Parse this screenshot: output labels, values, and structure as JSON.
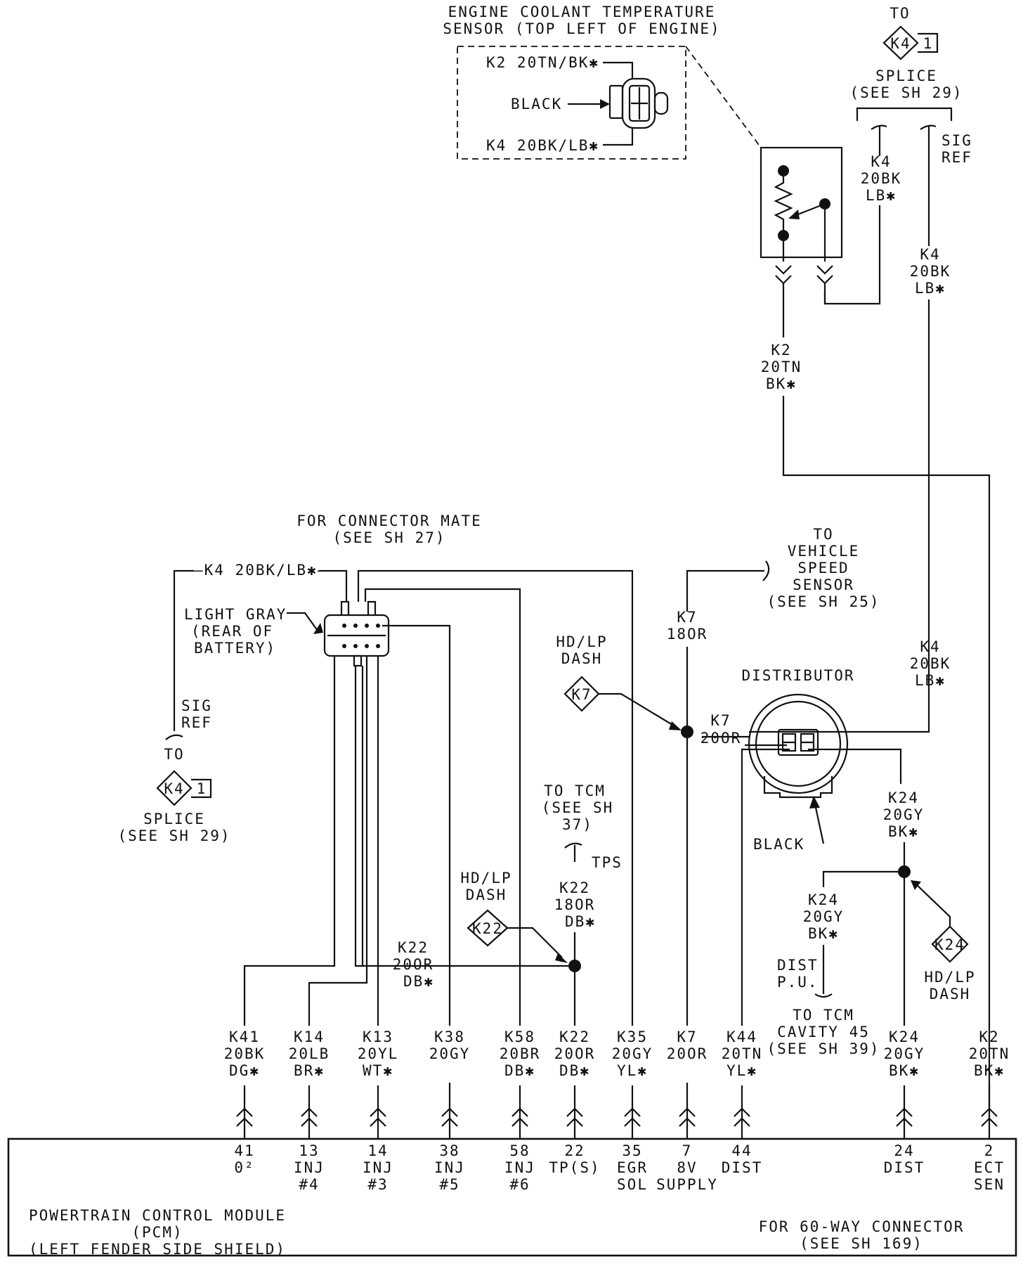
{
  "ect_sensor": {
    "title": [
      "ENGINE COOLANT TEMPERATURE",
      "SENSOR (TOP LEFT OF ENGINE)"
    ],
    "wire_top": "K2 20TN/BK✱",
    "color": "BLACK",
    "wire_bottom": "K4 20BK/LB✱"
  },
  "splice_top": {
    "to": "TO",
    "circuit": "K4",
    "pin": "1",
    "label": [
      "SPLICE",
      "(SEE SH 29)"
    ],
    "sig_ref": [
      "SIG",
      "REF"
    ],
    "wire_left": [
      "K4",
      "20BK",
      "LB✱"
    ],
    "wire_right": [
      "K4",
      "20BK",
      "LB✱"
    ]
  },
  "ect_wire": [
    "K2",
    "20TN",
    "BK✱"
  ],
  "connector": {
    "title": [
      "FOR CONNECTOR MATE",
      "(SEE SH 27)"
    ],
    "wire": "—K4 20BK/LB✱—",
    "color": [
      "LIGHT GRAY",
      "(REAR OF",
      "BATTERY)"
    ]
  },
  "splice_left": {
    "sig_ref": [
      "SIG",
      "REF"
    ],
    "to": "TO",
    "circuit": "K4",
    "pin": "1",
    "label": [
      "SPLICE",
      "(SEE SH 29)"
    ]
  },
  "vss": {
    "label": [
      "TO",
      "VEHICLE",
      "SPEED",
      "SENSOR",
      "(SEE SH 25)"
    ],
    "wire": [
      "K7",
      "18OR"
    ]
  },
  "hdlp_k7": {
    "label": [
      "HD/LP",
      "DASH"
    ],
    "circuit": "K7"
  },
  "distributor": {
    "title": "DISTRIBUTOR",
    "wire_k7": [
      "K7",
      "20OR"
    ],
    "wire_k4": [
      "K4",
      "20BK",
      "LB✱"
    ],
    "color": "BLACK"
  },
  "tcm_tps": {
    "label": [
      "TO TCM",
      "(SEE SH",
      "37)"
    ],
    "tps": "TPS",
    "wire": [
      "K22",
      "18OR",
      "DB✱"
    ]
  },
  "hdlp_k22": {
    "label": [
      "HD/LP",
      "DASH"
    ],
    "circuit": "K22",
    "wire": [
      "K22",
      "20OR",
      "DB✱"
    ]
  },
  "k24_group": {
    "top_wire": [
      "K24",
      "20GY",
      "BK✱"
    ],
    "mid_wire": [
      "K24",
      "20GY",
      "BK✱"
    ],
    "dist_pu": [
      "DIST",
      "P.U."
    ],
    "tcm": [
      "TO TCM",
      "CAVITY 45",
      "(SEE SH 39)"
    ],
    "hdlp_circuit": "K24",
    "hdlp_label": [
      "HD/LP",
      "DASH"
    ]
  },
  "pcm_wires": [
    {
      "lines": [
        "K41",
        "20BK",
        "DG✱"
      ],
      "pin": "41",
      "func": [
        "0²"
      ]
    },
    {
      "lines": [
        "K14",
        "20LB",
        "BR✱"
      ],
      "pin": "13",
      "func": [
        "INJ",
        "#4"
      ]
    },
    {
      "lines": [
        "K13",
        "20YL",
        "WT✱"
      ],
      "pin": "14",
      "func": [
        "INJ",
        "#3"
      ]
    },
    {
      "lines": [
        "K38",
        "20GY"
      ],
      "pin": "38",
      "func": [
        "INJ",
        "#5"
      ]
    },
    {
      "lines": [
        "K58",
        "20BR",
        "DB✱"
      ],
      "pin": "58",
      "func": [
        "INJ",
        "#6"
      ]
    },
    {
      "lines": [
        "K22",
        "20OR",
        "DB✱"
      ],
      "pin": "22",
      "func": [
        "TP(S)"
      ]
    },
    {
      "lines": [
        "K35",
        "20GY",
        "YL✱"
      ],
      "pin": "35",
      "func": [
        "EGR",
        "SOL"
      ]
    },
    {
      "lines": [
        "K7",
        "20OR"
      ],
      "pin": "7",
      "func": [
        "8V",
        "SUPPLY"
      ]
    },
    {
      "lines": [
        "K44",
        "20TN",
        "YL✱"
      ],
      "pin": "44",
      "func": [
        "DIST"
      ]
    },
    {
      "lines": [
        "K24",
        "20GY",
        "BK✱"
      ],
      "pin": "24",
      "func": [
        "DIST"
      ]
    },
    {
      "lines": [
        "K2",
        "20TN",
        "BK✱"
      ],
      "pin": "2",
      "func": [
        "ECT",
        "SEN"
      ]
    }
  ],
  "pcm": {
    "name": [
      "POWERTRAIN CONTROL MODULE",
      "(PCM)",
      "(LEFT FENDER SIDE SHIELD)"
    ],
    "connector": [
      "FOR 60-WAY CONNECTOR",
      "(SEE SH 169)"
    ]
  }
}
